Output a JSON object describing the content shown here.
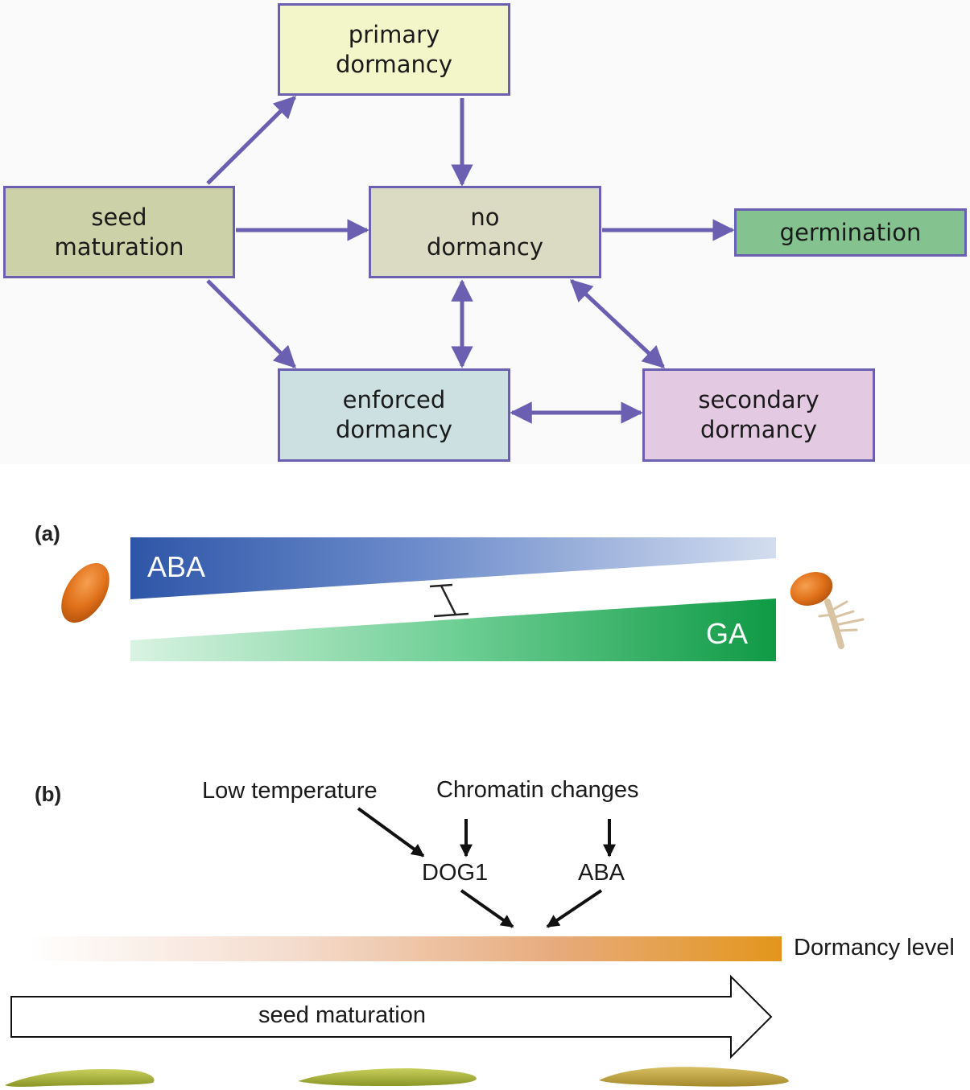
{
  "flowchart": {
    "nodes": {
      "primary": [
        "primary",
        "dormancy"
      ],
      "seed_maturation": [
        "seed",
        "maturation"
      ],
      "no_dormancy": [
        "no",
        "dormancy"
      ],
      "germination": [
        "germination"
      ],
      "enforced": [
        "enforced",
        "dormancy"
      ],
      "secondary": [
        "secondary",
        "dormancy"
      ]
    },
    "colors": {
      "border": "#6a5fb0",
      "arrow": "#6a5fb0",
      "primary": "#f3f6c9",
      "seed_maturation": "#ccd1a8",
      "no_dormancy": "#dadbc2",
      "germination": "#84c38f",
      "enforced": "#cde0e1",
      "secondary": "#e3c9e2"
    }
  },
  "panel_a": {
    "label": "(a)",
    "aba_label": "ABA",
    "ga_label": "GA",
    "colors": {
      "aba": "#2e56a8",
      "ga": "#0f9a45",
      "seed": "#e0701a"
    }
  },
  "panel_b": {
    "label": "(b)",
    "low_temperature": "Low temperature",
    "chromatin_changes": "Chromatin changes",
    "dog1": "DOG1",
    "aba": "ABA",
    "dormancy_level": "Dormancy level",
    "seed_maturation": "seed maturation",
    "colors": {
      "dormancy_bar_end": "#e3961c",
      "silique": "#a8b23a"
    }
  }
}
